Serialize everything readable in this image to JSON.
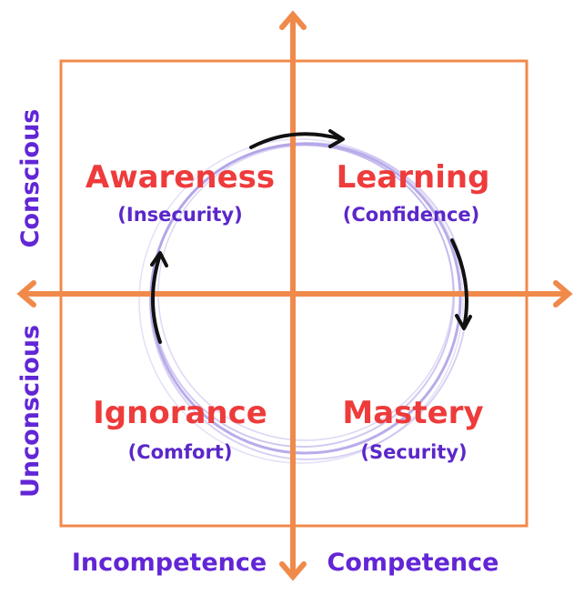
{
  "colors": {
    "frame": "#f08a4b",
    "axis": "#f08a4b",
    "quadrant_title": "#ee3b3b",
    "quadrant_subtitle": "#5b27c9",
    "axis_label": "#6226d6",
    "cycle_circle": "#b3a3e8",
    "cycle_arrow": "#111111"
  },
  "quadrants": [
    {
      "title": "Awareness",
      "subtitle": "(Insecurity)"
    },
    {
      "title": "Learning",
      "subtitle": "(Confidence)"
    },
    {
      "title": "Ignorance",
      "subtitle": "(Comfort)"
    },
    {
      "title": "Mastery",
      "subtitle": "(Security)"
    }
  ],
  "axis_labels": {
    "y_top": "Conscious",
    "y_bottom": "Unconscious",
    "x_left": "Incompetence",
    "x_right": "Competence"
  }
}
